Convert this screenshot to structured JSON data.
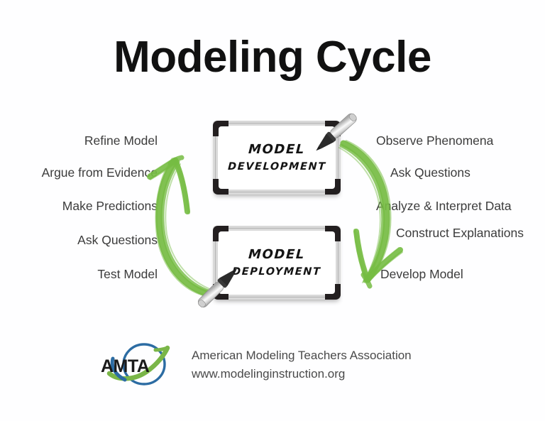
{
  "poster": {
    "title": "Modeling Cycle",
    "background_color": "#fefeff",
    "accent_green": "#76bc43",
    "text_color": "#3c3c3c"
  },
  "boards": {
    "development": {
      "line1": "Model",
      "line2": "Development"
    },
    "deployment": {
      "line1": "Model",
      "line2": "Deployment"
    }
  },
  "left_labels": [
    "Refine Model",
    "Argue from Evidence",
    "Make Predictions",
    "Ask Questions",
    "Test Model"
  ],
  "right_labels": [
    "Observe Phenomena",
    "Ask Questions",
    "Analyze & Interpret Data",
    "Construct Explanations",
    "Develop Model"
  ],
  "arrows": {
    "left": {
      "direction": "up",
      "label": "deployment-to-development-arrow",
      "color": "#76bc43"
    },
    "right": {
      "direction": "down",
      "label": "development-to-deployment-arrow",
      "color": "#76bc43"
    }
  },
  "footer": {
    "logo_text": "AMTA",
    "organization": "American Modeling Teachers Association",
    "website": "www.modelinginstruction.org",
    "logo_ring_color": "#2c6ca3",
    "logo_swoosh_color": "#7ab648"
  }
}
